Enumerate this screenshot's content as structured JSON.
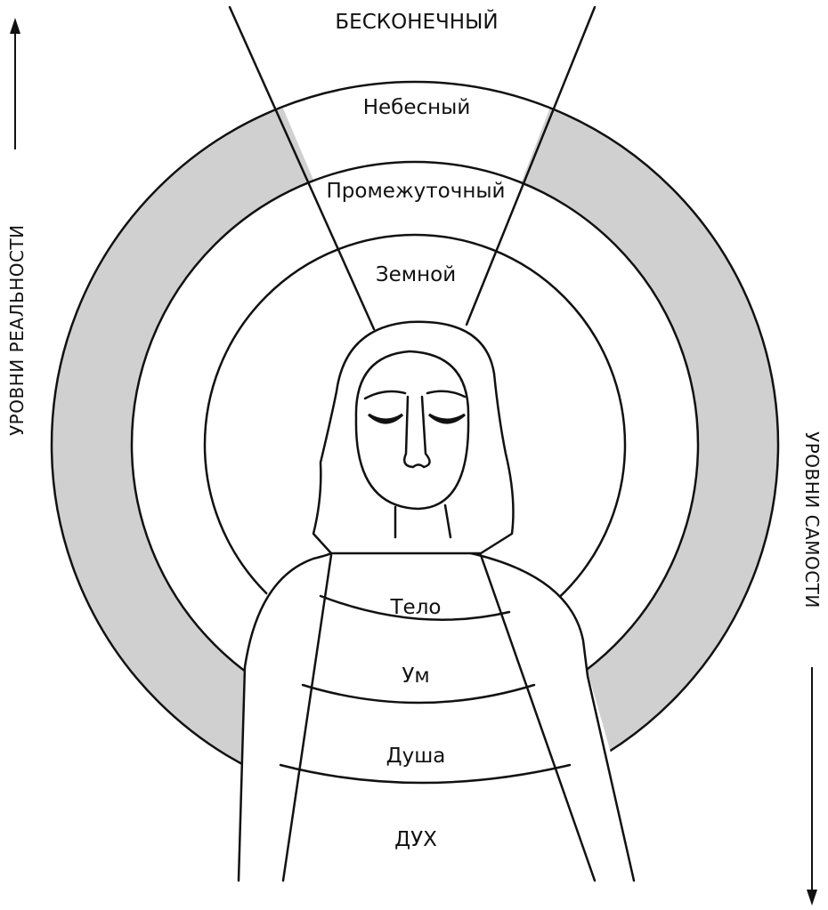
{
  "diagram": {
    "colors": {
      "background": "#ffffff",
      "ring_shade": "#d0d0d0",
      "ink": "#111111"
    },
    "reality_levels": {
      "infinite": "БЕСКОНЕЧНЫЙ",
      "celestial": "Небесный",
      "intermediate": "Промежуточный",
      "earthly": "Земной"
    },
    "self_levels": {
      "body": "Тело",
      "mind": "Ум",
      "soul": "Душа",
      "spirit": "ДУХ"
    },
    "axes": {
      "left_label": "УРОВНИ РЕАЛЬНОСТИ",
      "left_arrow": "up",
      "right_label": "УРОВНИ САМОСТИ",
      "right_arrow": "down"
    }
  }
}
